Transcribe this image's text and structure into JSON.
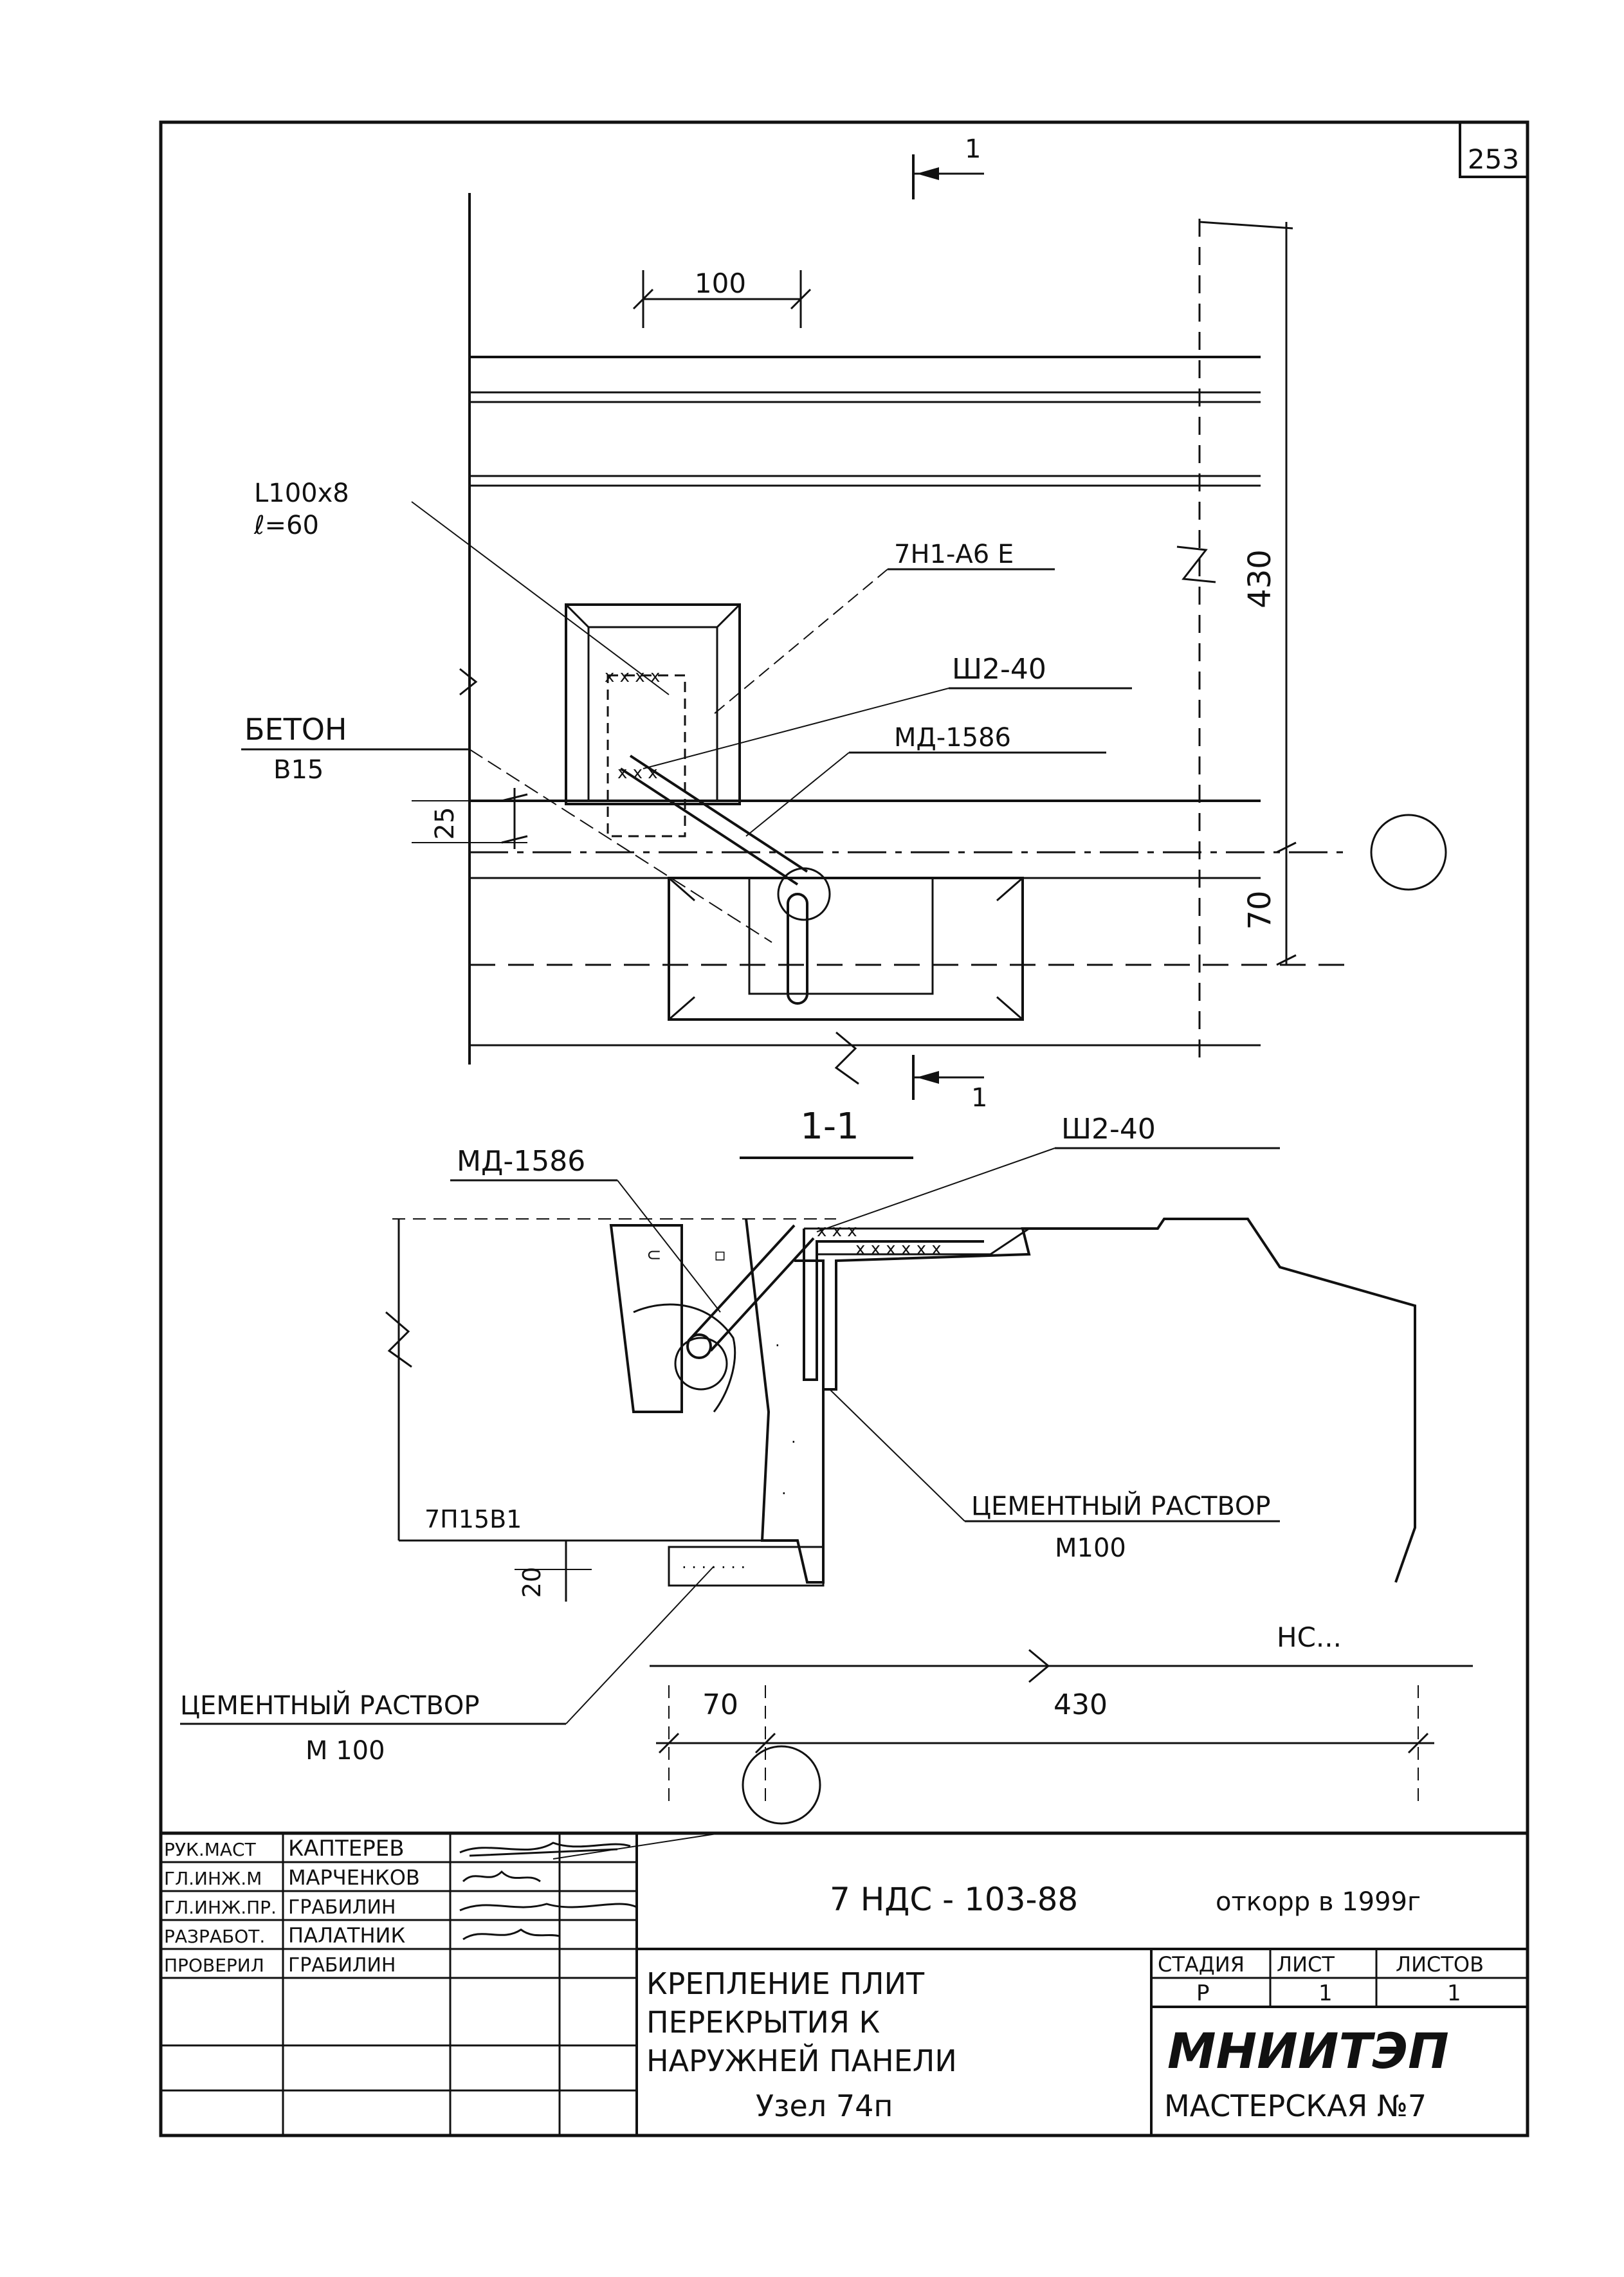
{
  "sheet_number": "253",
  "plan": {
    "section_mark": "1",
    "dim_100": "100",
    "dim_430": "430",
    "dim_25": "25",
    "dim_70": "70",
    "angle_label_line1": "L100x8",
    "angle_label_line2": "ℓ=60",
    "weld_label": "7Н1-А6 Е",
    "bar_label": "Ш2-40",
    "anchor_label": "МД-1586",
    "concrete_label_line1": "БЕТОН",
    "concrete_label_line2": "В15"
  },
  "section": {
    "title": "1-1",
    "anchor_label": "МД-1586",
    "bar_label": "Ш2-40",
    "slab_label": "7П15В1",
    "dim_20": "20",
    "mortar_right_line1": "ЦЕМЕНТНЫЙ РАСТВОР",
    "mortar_right_line2": "М100",
    "mortar_left_line1": "ЦЕМЕНТНЫЙ РАСТВОР",
    "mortar_left_line2": "М 100",
    "panel_label": "НС...",
    "dim_70": "70",
    "dim_430": "430"
  },
  "title_block": {
    "roles": [
      "РУК.МАСТ",
      "ГЛ.ИНЖ.М",
      "ГЛ.ИНЖ.ПР.",
      "РАЗРАБОТ.",
      "ПРОВЕРИЛ"
    ],
    "names": [
      "КАПТЕРЕВ",
      "МАРЧЕНКОВ",
      "ГРАБИЛИН",
      "ПАЛАТНИК",
      "ГРАБИЛИН"
    ],
    "doc_code": "7 НДС - 103-88",
    "revision_note": "откорр в 1999г",
    "title_line1": "КРЕПЛЕНИЕ ПЛИТ",
    "title_line2": "ПЕРЕКРЫТИЯ К",
    "title_line3": "НАРУЖНЕЙ ПАНЕЛИ",
    "title_line4": "Узел 74п",
    "stage_header": "СТАДИЯ",
    "sheet_header": "ЛИСТ",
    "sheets_header": "ЛИСТОВ",
    "stage_value": "Р",
    "sheet_value": "1",
    "sheets_value": "1",
    "org_name": "МНИИТЭП",
    "workshop": "МАСТЕРСКАЯ №7"
  }
}
